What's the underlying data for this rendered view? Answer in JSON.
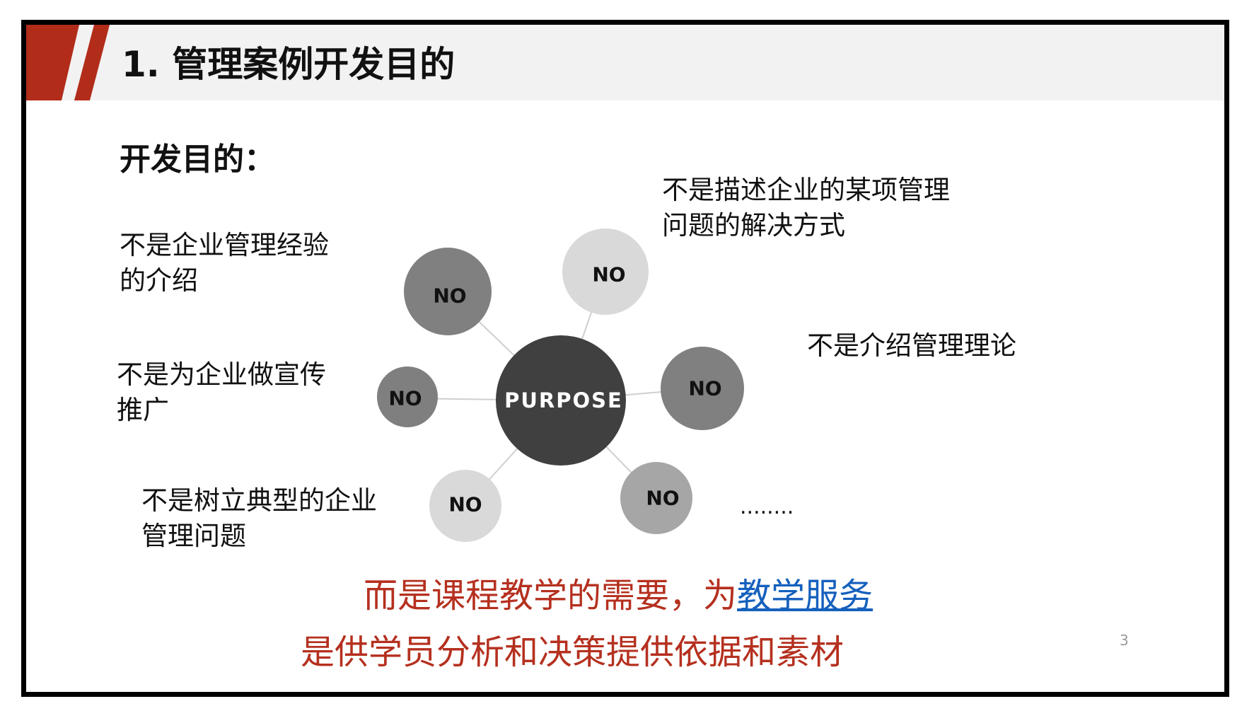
{
  "header": {
    "title": "1. 管理案例开发目的",
    "accent": "#b22c1a"
  },
  "subtitle": "开发目的：",
  "diagram": {
    "center": "PURPOSE",
    "nodes": [
      {
        "label": "NO",
        "fill": "#808080",
        "text": "#111111"
      },
      {
        "label": "NO",
        "fill": "#d9d9d9",
        "text": "#111111"
      },
      {
        "label": "NO",
        "fill": "#808080",
        "text": "#111111"
      },
      {
        "label": "NO",
        "fill": "#7f7f7f",
        "text": "#111111"
      },
      {
        "label": "NO",
        "fill": "#d9d9d9",
        "text": "#111111"
      },
      {
        "label": "NO",
        "fill": "#a6a6a6",
        "text": "#111111"
      }
    ]
  },
  "statements": [
    {
      "line1": "不是企业管理经验",
      "line2": "的介绍"
    },
    {
      "line1": "不是为企业做宣传",
      "line2": "推广"
    },
    {
      "line1": "不是树立典型的企业",
      "line2": "管理问题"
    },
    {
      "line1": "不是描述企业的某项管理",
      "line2": "问题的解决方式"
    },
    {
      "line1": "不是介绍管理理论"
    },
    {
      "line1": "........"
    }
  ],
  "conclusion": {
    "line1_red": "而是课程教学的需要，为",
    "line1_blue": "教学服务 ",
    "line2": "是供学员分析和决策提供依据和素材"
  },
  "page_number": "3"
}
